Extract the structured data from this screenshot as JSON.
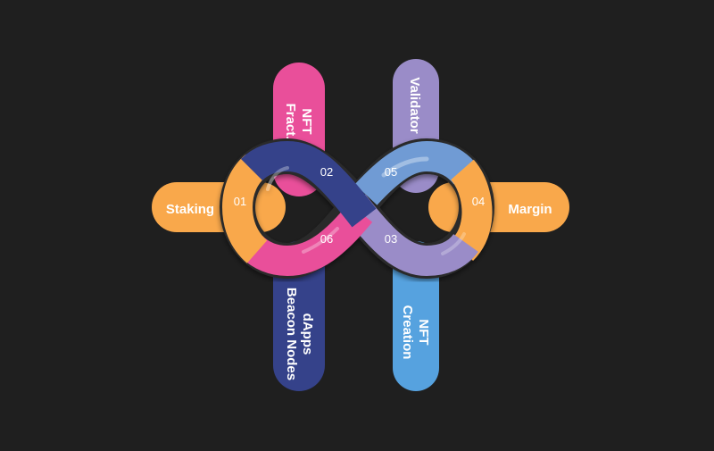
{
  "steps": [
    {
      "number": "01",
      "label": "Staking",
      "color": "#f9a84b"
    },
    {
      "number": "02",
      "label_lines": [
        "NFT",
        "Fract."
      ],
      "color": "#e94f9a"
    },
    {
      "number": "03",
      "label_lines": [
        "NFT",
        "Creation"
      ],
      "color": "#56a2df"
    },
    {
      "number": "04",
      "label": "Margin",
      "color": "#f9a84b"
    },
    {
      "number": "05",
      "label": "Validator",
      "color": "#9a8cc8"
    },
    {
      "number": "06",
      "label_lines": [
        "dApps",
        "Beacon Nodes"
      ],
      "color": "#35428a"
    }
  ],
  "colors": {
    "background": "#1f1f1f",
    "orange": "#f9a84b",
    "pink": "#e94f9a",
    "lavender": "#9a8cc8",
    "navy": "#35428a",
    "blue": "#56a2df"
  }
}
